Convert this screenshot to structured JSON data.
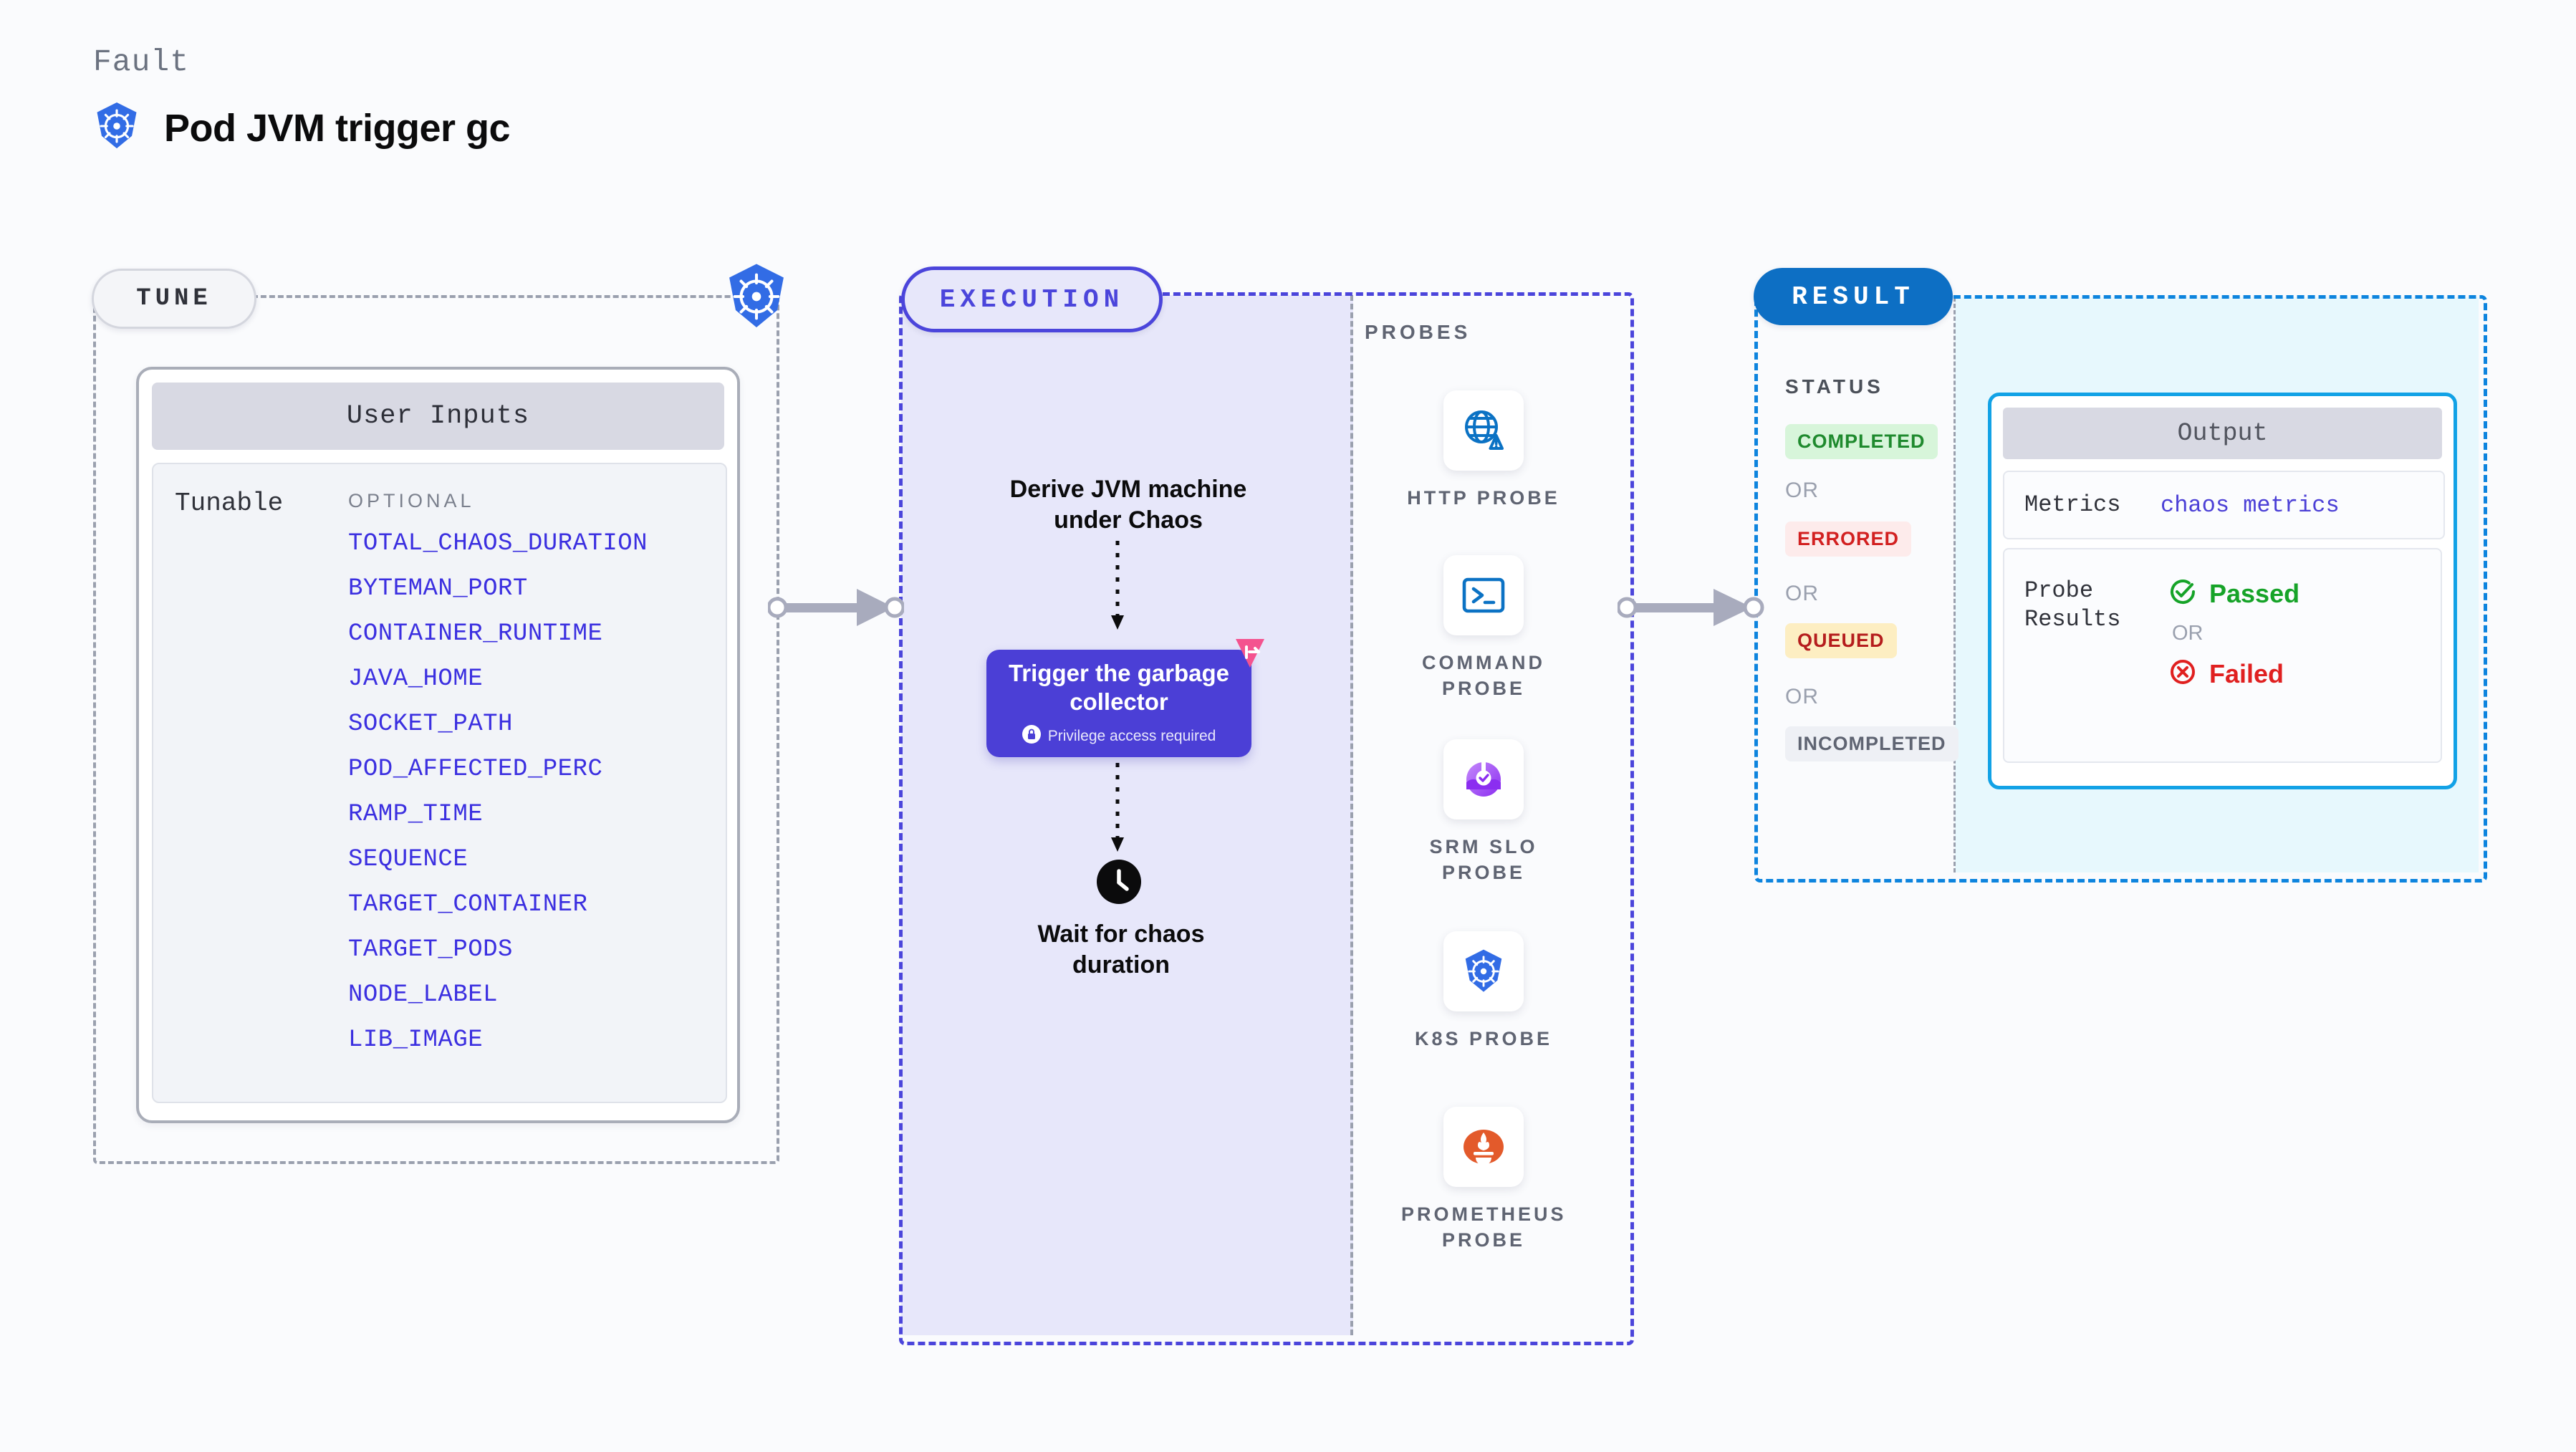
{
  "header": {
    "eyebrow": "Fault",
    "title": "Pod JVM trigger gc",
    "icon": "kubernetes-icon"
  },
  "tune": {
    "pill_label": "TUNE",
    "badge_icon": "kubernetes-icon",
    "card_title": "User Inputs",
    "group_label": "Tunable",
    "optional_label": "OPTIONAL",
    "items": [
      "TOTAL_CHAOS_DURATION",
      "BYTEMAN_PORT",
      "CONTAINER_RUNTIME",
      "JAVA_HOME",
      "SOCKET_PATH",
      "POD_AFFECTED_PERC",
      "RAMP_TIME",
      "SEQUENCE",
      "TARGET_CONTAINER",
      "TARGET_PODS",
      "NODE_LABEL",
      "LIB_IMAGE"
    ]
  },
  "execution": {
    "pill_label": "EXECUTION",
    "derive_step": "Derive JVM machine under Chaos",
    "action_card": {
      "title": "Trigger the garbage collector",
      "privilege_note": "Privilege access required",
      "lock_icon": "lock-icon",
      "badge_icon": "litmus-chaos-icon"
    },
    "wait_step": {
      "icon": "clock-icon",
      "label": "Wait for chaos duration"
    },
    "probes_label": "PROBES",
    "probes": [
      {
        "name": "HTTP PROBE",
        "icon": "globe-warning-icon"
      },
      {
        "name": "COMMAND PROBE",
        "icon": "terminal-icon"
      },
      {
        "name": "SRM SLO PROBE",
        "icon": "srm-slo-icon"
      },
      {
        "name": "K8S PROBE",
        "icon": "kubernetes-icon"
      },
      {
        "name": "PROMETHEUS PROBE",
        "icon": "prometheus-icon"
      }
    ]
  },
  "result": {
    "pill_label": "RESULT",
    "status_label": "STATUS",
    "or_label": "OR",
    "statuses": [
      {
        "label": "COMPLETED",
        "bg": "#d7f5da",
        "fg": "#1f8a2e"
      },
      {
        "label": "ERRORED",
        "bg": "#fdebeb",
        "fg": "#d22020"
      },
      {
        "label": "QUEUED",
        "bg": "#fdeec2",
        "fg": "#b51d1d"
      },
      {
        "label": "INCOMPLETED",
        "bg": "#eef0f5",
        "fg": "#5f6472"
      }
    ],
    "output": {
      "title": "Output",
      "metrics_key": "Metrics",
      "metrics_value": "chaos metrics",
      "probe_results_key": "Probe Results",
      "passed_label": "Passed",
      "failed_label": "Failed",
      "or_label": "OR",
      "passed_icon": "check-circle-icon",
      "failed_icon": "x-circle-icon"
    }
  },
  "colors": {
    "background": "#fafbfd",
    "execution_accent": "#4b45db",
    "execution_fill": "#e7e7fa",
    "result_accent": "#0d6fc4",
    "result_fill": "#e7f8fd",
    "output_border": "#12a2e6",
    "tunable_text": "#3b2fe0",
    "connector": "#a8abbd",
    "kubernetes_blue": "#326ce5",
    "litmus_pink": "#f4538f"
  }
}
